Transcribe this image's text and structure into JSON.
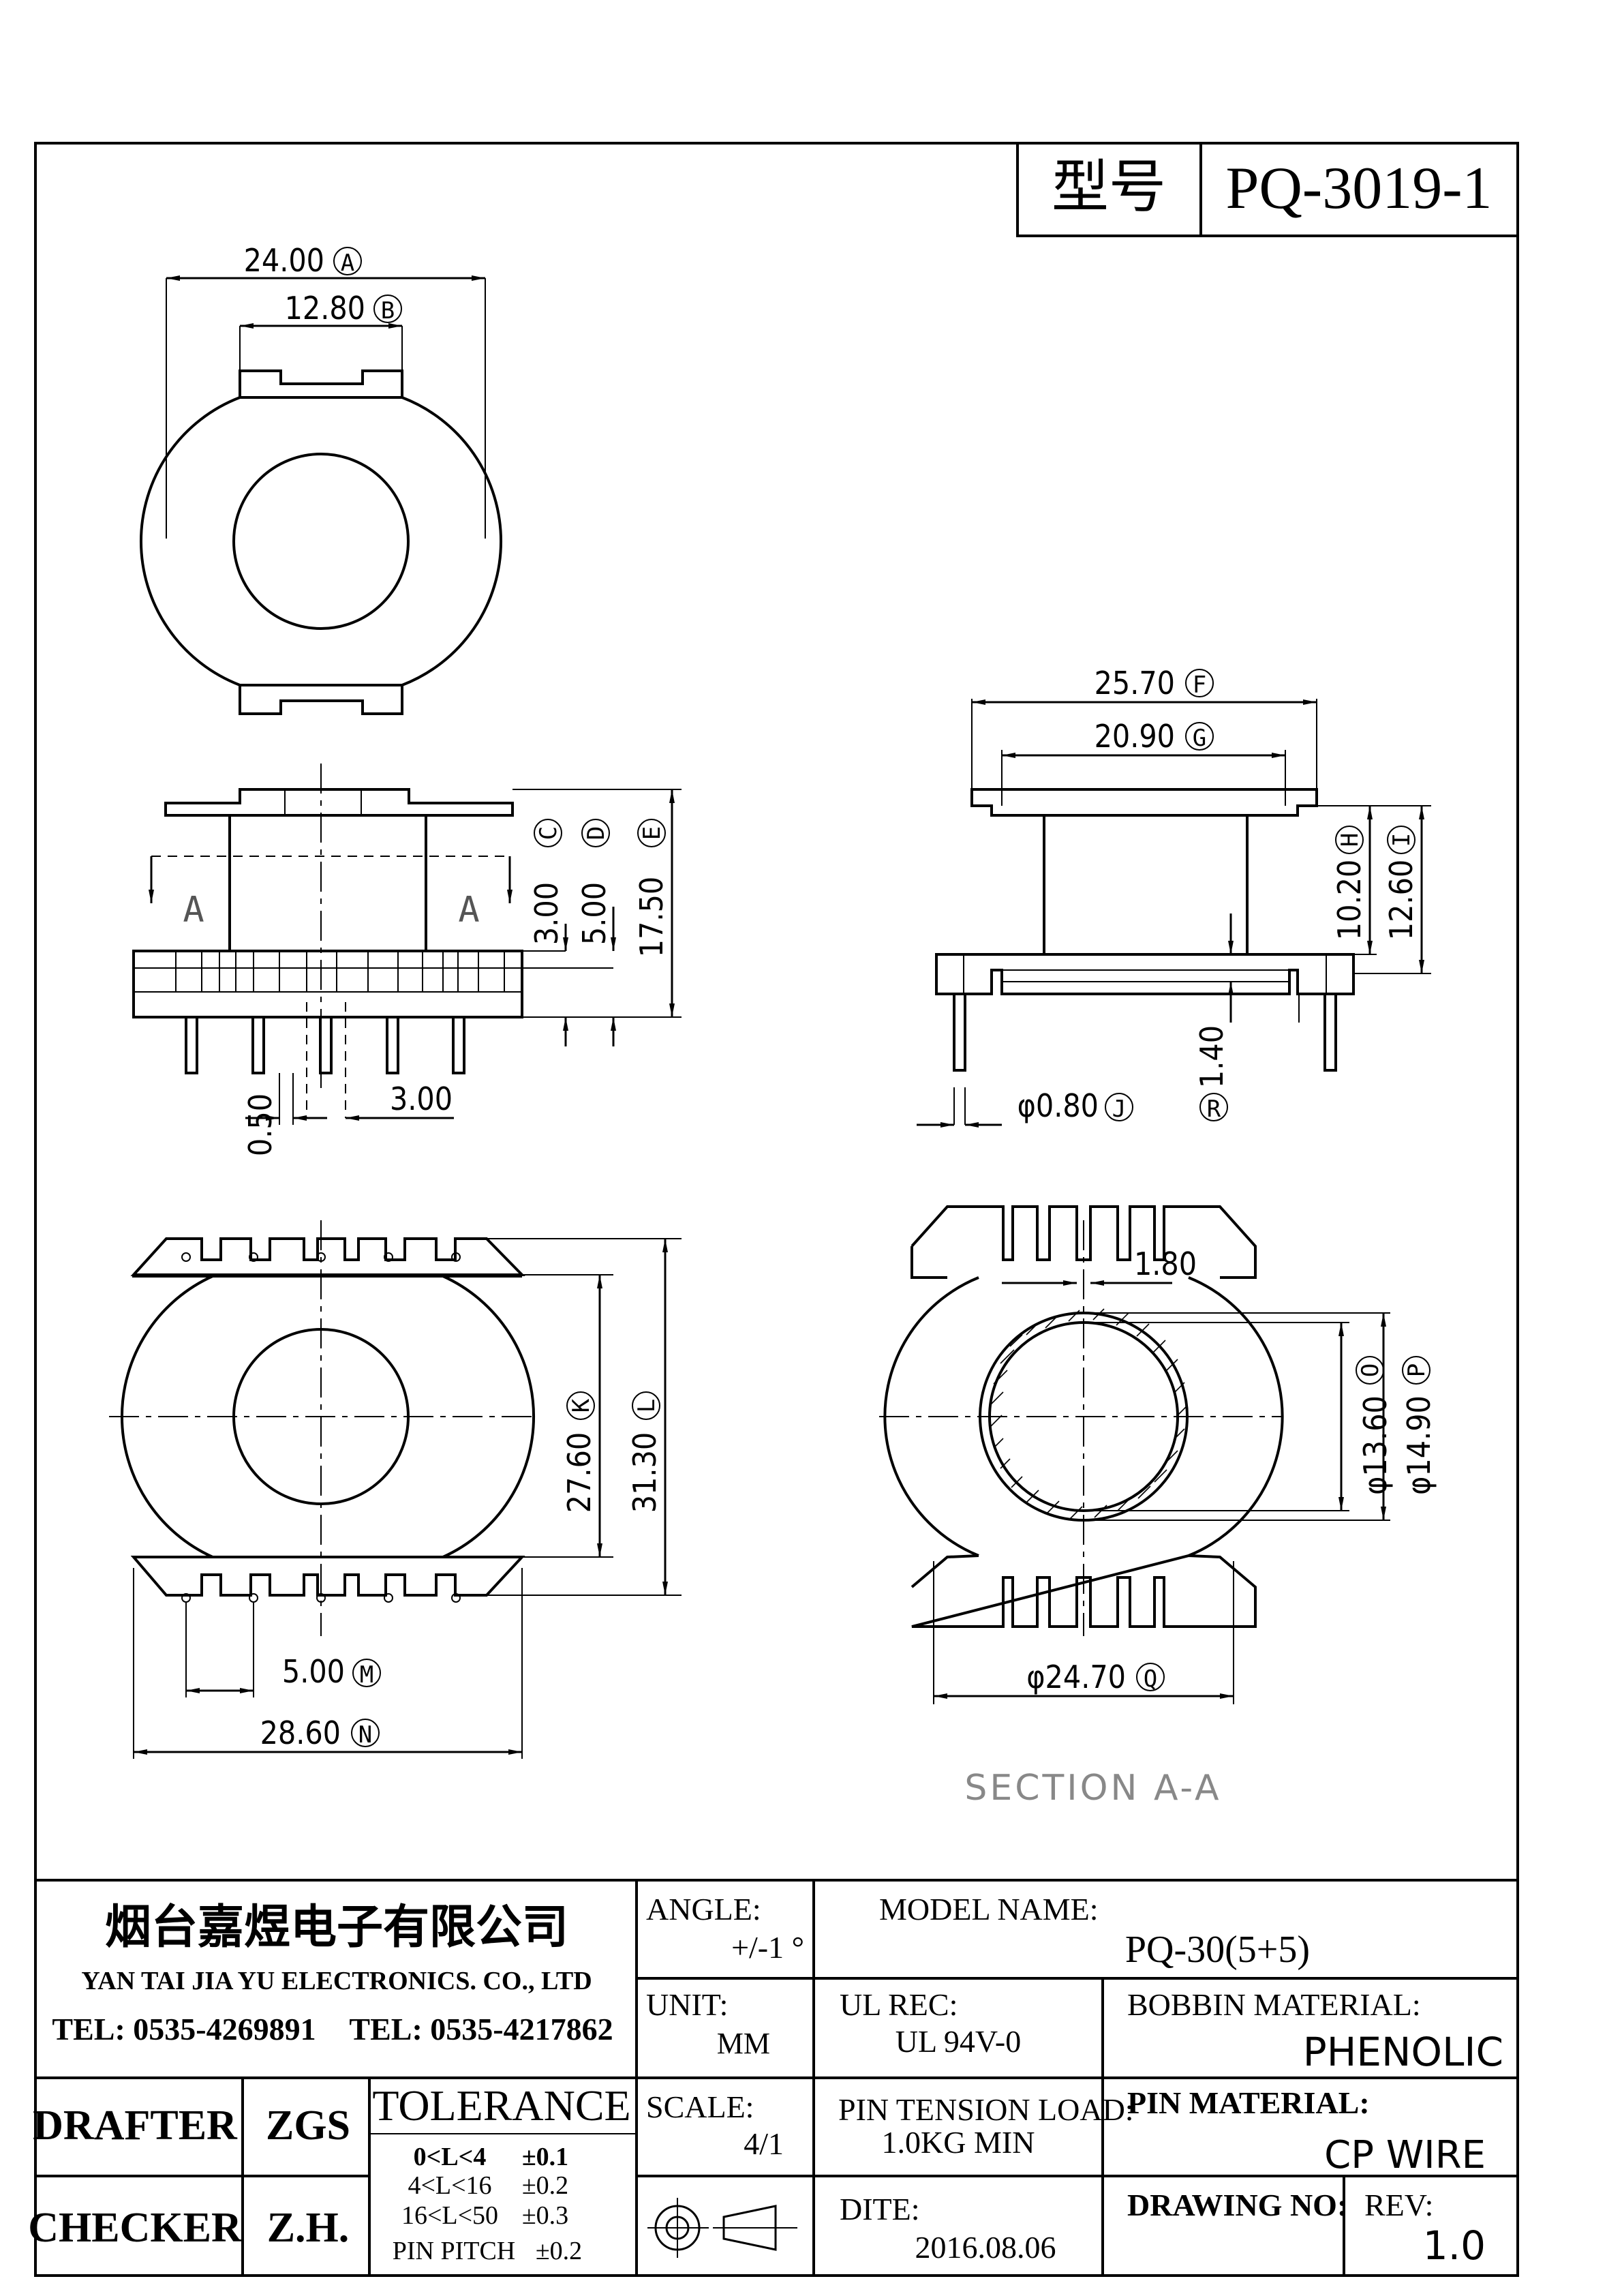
{
  "header": {
    "model_label": "型号",
    "model_value": "PQ-3019-1"
  },
  "dimensions": {
    "A": {
      "value": "24.00",
      "tag": "A"
    },
    "B": {
      "value": "12.80",
      "tag": "B"
    },
    "C": {
      "value": "3.00",
      "tag": "C"
    },
    "D": {
      "value": "5.00",
      "tag": "D"
    },
    "E": {
      "value": "17.50",
      "tag": "E"
    },
    "F": {
      "value": "25.70",
      "tag": "F"
    },
    "G": {
      "value": "20.90",
      "tag": "G"
    },
    "H": {
      "value": "10.20",
      "tag": "H"
    },
    "I": {
      "value": "12.60",
      "tag": "I"
    },
    "J": {
      "value": "φ0.80",
      "tag": "J"
    },
    "K": {
      "value": "27.60",
      "tag": "K"
    },
    "L": {
      "value": "31.30",
      "tag": "L"
    },
    "M": {
      "value": "5.00",
      "tag": "M"
    },
    "N": {
      "value": "28.60",
      "tag": "N"
    },
    "O": {
      "value": "φ13.60",
      "tag": "O"
    },
    "P": {
      "value": "φ14.90",
      "tag": "P"
    },
    "Q": {
      "value": "φ24.70",
      "tag": "Q"
    },
    "R": {
      "value": "1.40",
      "tag": "R"
    },
    "pin_offset": "0.50",
    "pin_gap": "3.00",
    "slot_width": "1.80"
  },
  "section_marks": {
    "left": "A",
    "right": "A"
  },
  "section_label": "SECTION A-A",
  "title_block": {
    "company_cn": "烟台嘉煜电子有限公司",
    "company_en": "YAN TAI JIA YU ELECTRONICS. CO., LTD",
    "tel1": "TEL: 0535-4269891",
    "tel2": "TEL: 0535-4217862",
    "angle_label": "ANGLE:",
    "angle_value": "+/-1 °",
    "model_name_label": "MODEL NAME:",
    "model_name_value": "PQ-30(5+5)",
    "unit_label": "UNIT:",
    "unit_value": "MM",
    "ul_label": "UL REC:",
    "ul_value": "UL 94V-0",
    "bobbin_label": "BOBBIN MATERIAL:",
    "bobbin_value": "PHENOLIC",
    "drafter_label": "DRAFTER",
    "drafter_value": "ZGS",
    "checker_label": "CHECKER",
    "checker_value": "Z.H.",
    "tolerance_title": "TOLERANCE",
    "tolerance_rows": [
      {
        "range": "0<L<4",
        "value": "±0.1"
      },
      {
        "range": "4<L<16",
        "value": "±0.2"
      },
      {
        "range": "16<L<50",
        "value": "±0.3"
      }
    ],
    "pin_pitch_label": "PIN PITCH",
    "pin_pitch_value": "±0.2",
    "scale_label": "SCALE:",
    "scale_value": "4/1",
    "pin_tension_label": "PIN TENSION LOAD:",
    "pin_tension_value": "1.0KG MIN",
    "pin_material_label": "PIN MATERIAL:",
    "pin_material_value": "CP WIRE",
    "date_label": "DITE:",
    "date_value": "2016.08.06",
    "drawing_no_label": "DRAWING NO:",
    "rev_label": "REV:",
    "rev_value": "1.0"
  }
}
